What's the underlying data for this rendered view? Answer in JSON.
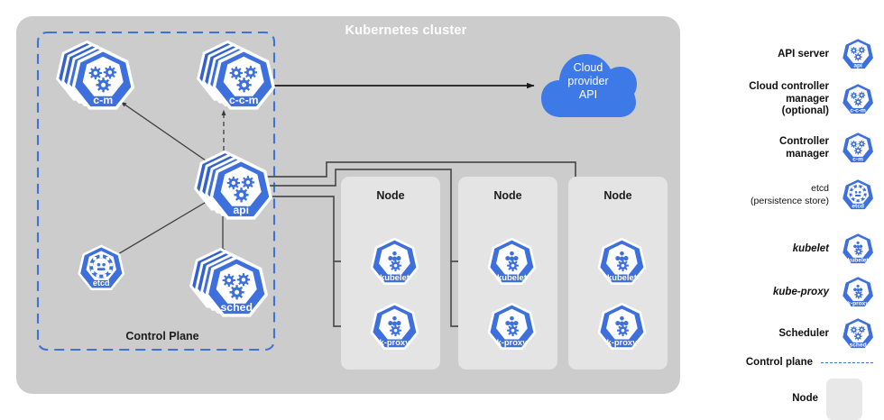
{
  "cluster": {
    "title": "Kubernetes cluster",
    "control_plane_label": "Control Plane",
    "background_color": "#cccccc",
    "control_plane_border_color": "#3f72d7"
  },
  "cloud": {
    "line1": "Cloud",
    "line2": "provider",
    "line3": "API",
    "color": "#3d7ae8"
  },
  "control_plane_components": [
    {
      "id": "c-m",
      "caption": "c-m",
      "stacked": true,
      "glyph": "gears"
    },
    {
      "id": "c-c-m",
      "caption": "c-c-m",
      "stacked": true,
      "glyph": "gears"
    },
    {
      "id": "api",
      "caption": "api",
      "stacked": true,
      "glyph": "gears"
    },
    {
      "id": "etcd",
      "caption": "etcd",
      "stacked": false,
      "glyph": "etcd"
    },
    {
      "id": "sched",
      "caption": "sched",
      "stacked": true,
      "glyph": "gears"
    }
  ],
  "nodes": [
    {
      "title": "Node",
      "components": [
        {
          "caption": "kubelet",
          "glyph": "kubelet"
        },
        {
          "caption": "k-proxy",
          "glyph": "kproxy"
        }
      ]
    },
    {
      "title": "Node",
      "components": [
        {
          "caption": "kubelet",
          "glyph": "kubelet"
        },
        {
          "caption": "k-proxy",
          "glyph": "kproxy"
        }
      ]
    },
    {
      "title": "Node",
      "components": [
        {
          "caption": "kubelet",
          "glyph": "kubelet"
        },
        {
          "caption": "k-proxy",
          "glyph": "kproxy"
        }
      ]
    }
  ],
  "legend": {
    "rows": [
      {
        "label": "API server",
        "sub": "",
        "icon_caption": "api",
        "style": "bold"
      },
      {
        "label": "Cloud controller\nmanager",
        "sub": "(optional)",
        "icon_caption": "c-c-m",
        "style": "bold"
      },
      {
        "label": "Controller\nmanager",
        "sub": "",
        "icon_caption": "c-m",
        "style": "bold"
      },
      {
        "label": "etcd",
        "sub": "(persistence store)",
        "icon_caption": "etcd",
        "style": "thin"
      },
      {
        "label": "kubelet",
        "sub": "",
        "icon_caption": "kubelet",
        "style": "italic"
      },
      {
        "label": "kube-proxy",
        "sub": "",
        "icon_caption": "k-proxy",
        "style": "italic"
      },
      {
        "label": "Scheduler",
        "sub": "",
        "icon_caption": "sched",
        "style": "bold"
      },
      {
        "label": "Control plane",
        "sub": "",
        "icon_caption": "",
        "style": "bold"
      },
      {
        "label": "Node",
        "sub": "",
        "icon_caption": "",
        "style": "bold"
      }
    ],
    "control_plane_row_label": "Control plane",
    "node_row_label": "Node"
  },
  "colors": {
    "k8s_blue": "#3d6fdd",
    "k8s_blue_dark": "#3362cf",
    "connector": "#4d4d4d",
    "arrow": "#1a1a1a",
    "node_fill": "#e4e4e4",
    "legend_node_swatch": "#e8e8e8"
  }
}
